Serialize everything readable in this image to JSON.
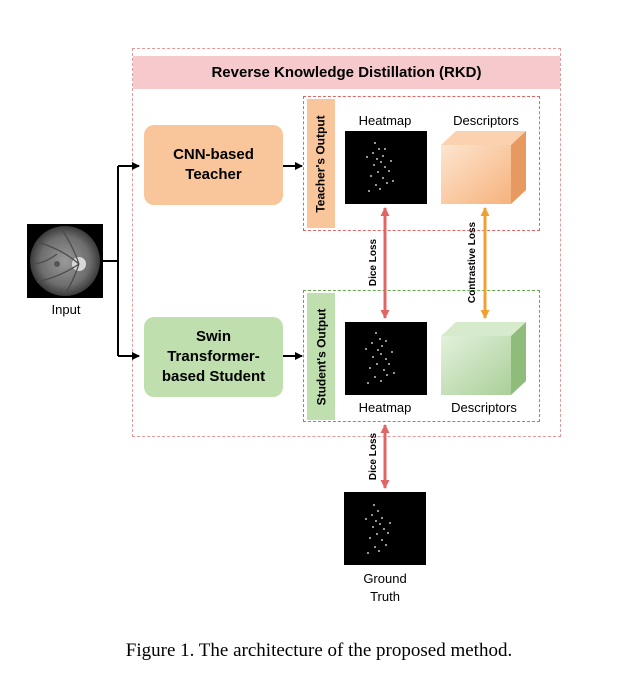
{
  "title": "Reverse Knowledge Distillation (RKD)",
  "input_label": "Input",
  "teacher": {
    "line1": "CNN-based",
    "line2": "Teacher"
  },
  "student": {
    "line1": "Swin",
    "line2": "Transformer-",
    "line3": "based Student"
  },
  "teacher_output_label": "Teacher's Output",
  "student_output_label": "Student's Output",
  "heatmap_label_top": "Heatmap",
  "descriptors_label_top": "Descriptors",
  "heatmap_label_bottom": "Heatmap",
  "descriptors_label_bottom": "Descriptors",
  "dice_loss_1": "Dice Loss",
  "dice_loss_2": "Dice Loss",
  "contrastive_loss": "Contrastive Loss",
  "ground_truth": {
    "line1": "Ground",
    "line2": "Truth"
  },
  "caption": "Figure 1. The architecture of the proposed method.",
  "colors": {
    "teacher": "#f9c59b",
    "student": "#bfe0ae",
    "banner": "#f6c9cc",
    "dice_arrow": "#e06666",
    "contrastive_arrow": "#f0a030"
  }
}
